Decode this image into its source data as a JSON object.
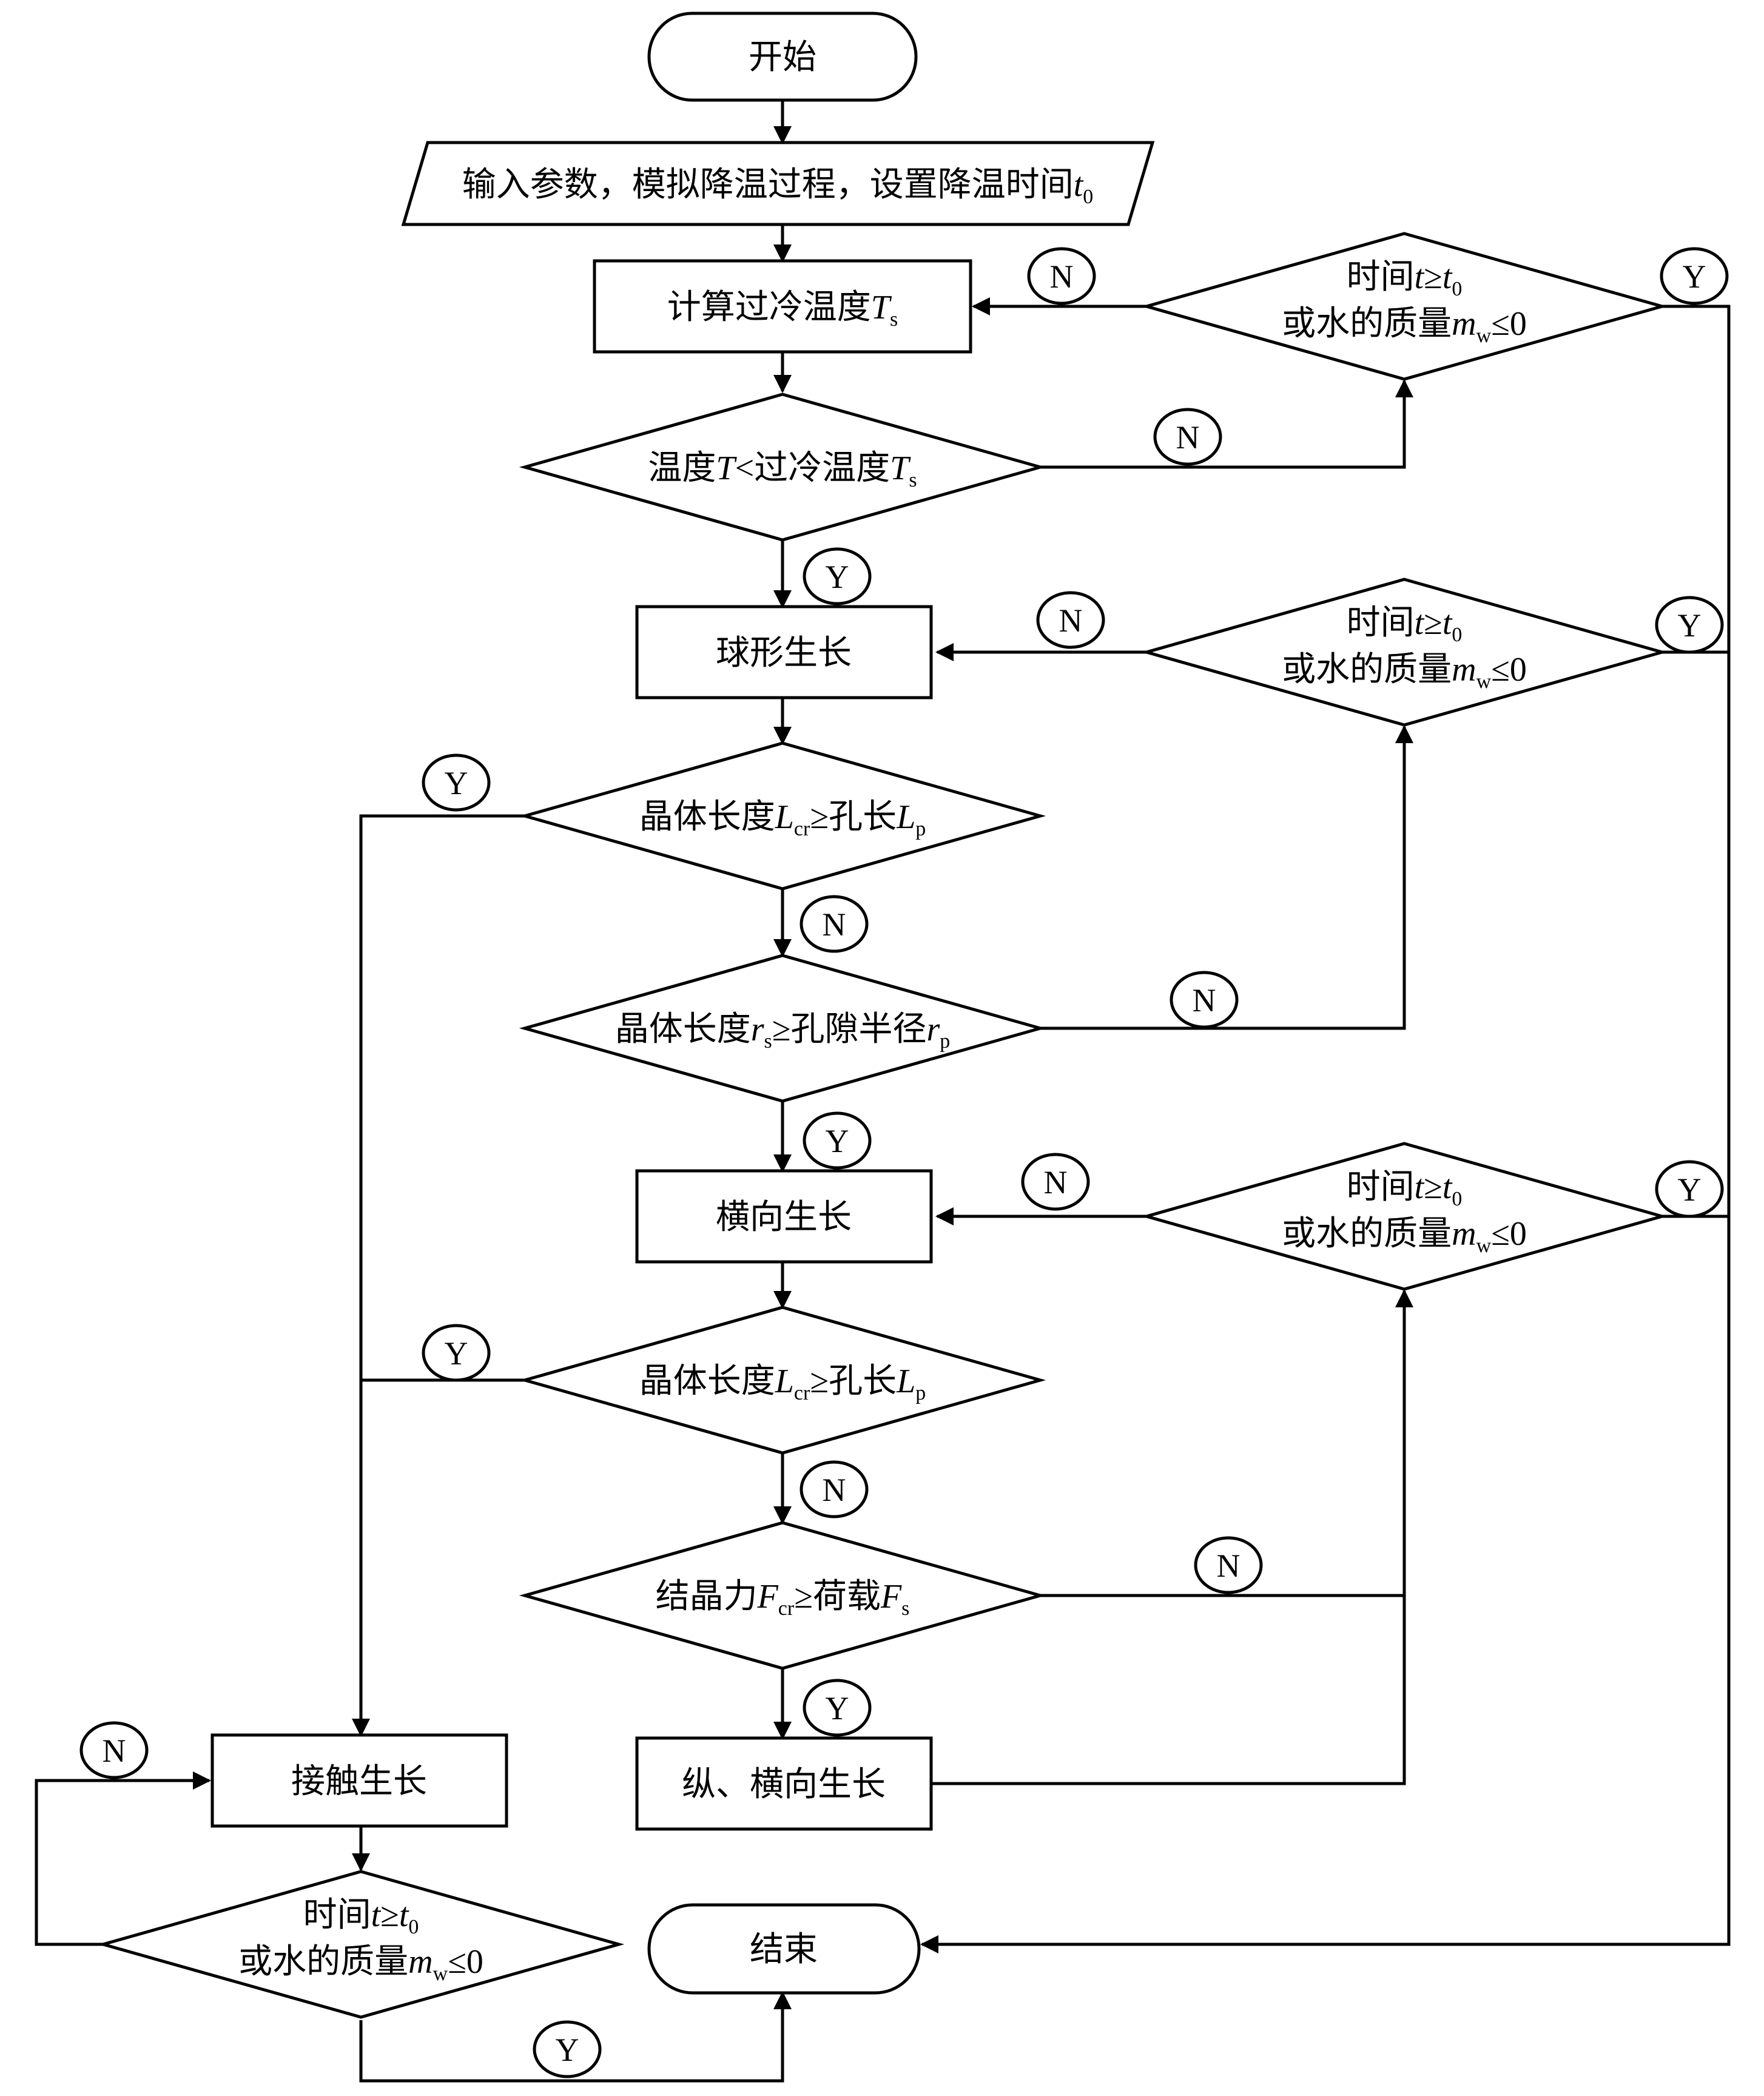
{
  "nodes": {
    "start": "开始",
    "input": {
      "text": "输入参数，模拟降温过程，设置降温时间",
      "var": "t",
      "sub": "0"
    },
    "calc_supercool": {
      "text": "计算过冷温度",
      "var": "T",
      "sub": "s"
    },
    "temp_check": {
      "a": "温度",
      "var1": "T",
      "b": "<过冷温度",
      "var2": "T",
      "sub2": "s"
    },
    "stop_check": {
      "line1_a": "时间",
      "line1_var": "t",
      "line1_op": "≥",
      "line1_var2": "t",
      "line1_sub2": "0",
      "line2_a": "或水的质量",
      "line2_var": "m",
      "line2_sub": "w",
      "line2_op": "≤0"
    },
    "spherical": "球形生长",
    "length_check": {
      "a": "晶体长度",
      "var1": "L",
      "sub1": "cr",
      "b": "≥孔长",
      "var2": "L",
      "sub2": "p"
    },
    "radius_check": {
      "a": "晶体长度",
      "var1": "r",
      "sub1": "s",
      "b": "≥孔隙半径",
      "var2": "r",
      "sub2": "p"
    },
    "lateral": "横向生长",
    "force_check": {
      "a": "结晶力",
      "var1": "F",
      "sub1": "cr",
      "b": "≥荷载",
      "var2": "F",
      "sub2": "s"
    },
    "contact": "接触生长",
    "long_lateral": "纵、横向生长",
    "end": "结束"
  },
  "marks": {
    "yes": "Y",
    "no": "N"
  }
}
